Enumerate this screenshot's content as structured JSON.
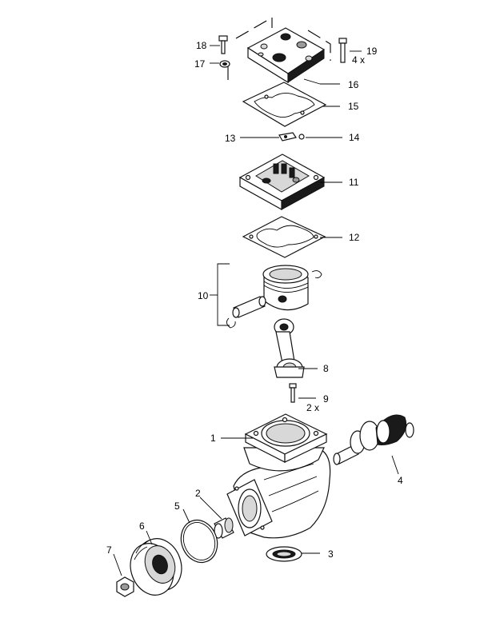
{
  "callouts": {
    "c1": "1",
    "c2": "2",
    "c3": "3",
    "c4": "4",
    "c5": "5",
    "c6": "6",
    "c7": "7",
    "c8": "8",
    "c9": "9",
    "c9q": "2 x",
    "c10": "10",
    "c11": "11",
    "c12": "12",
    "c13": "13",
    "c14": "14",
    "c15": "15",
    "c16": "16",
    "c17": "17",
    "c18": "18",
    "c19": "19",
    "c19q": "4 x"
  }
}
